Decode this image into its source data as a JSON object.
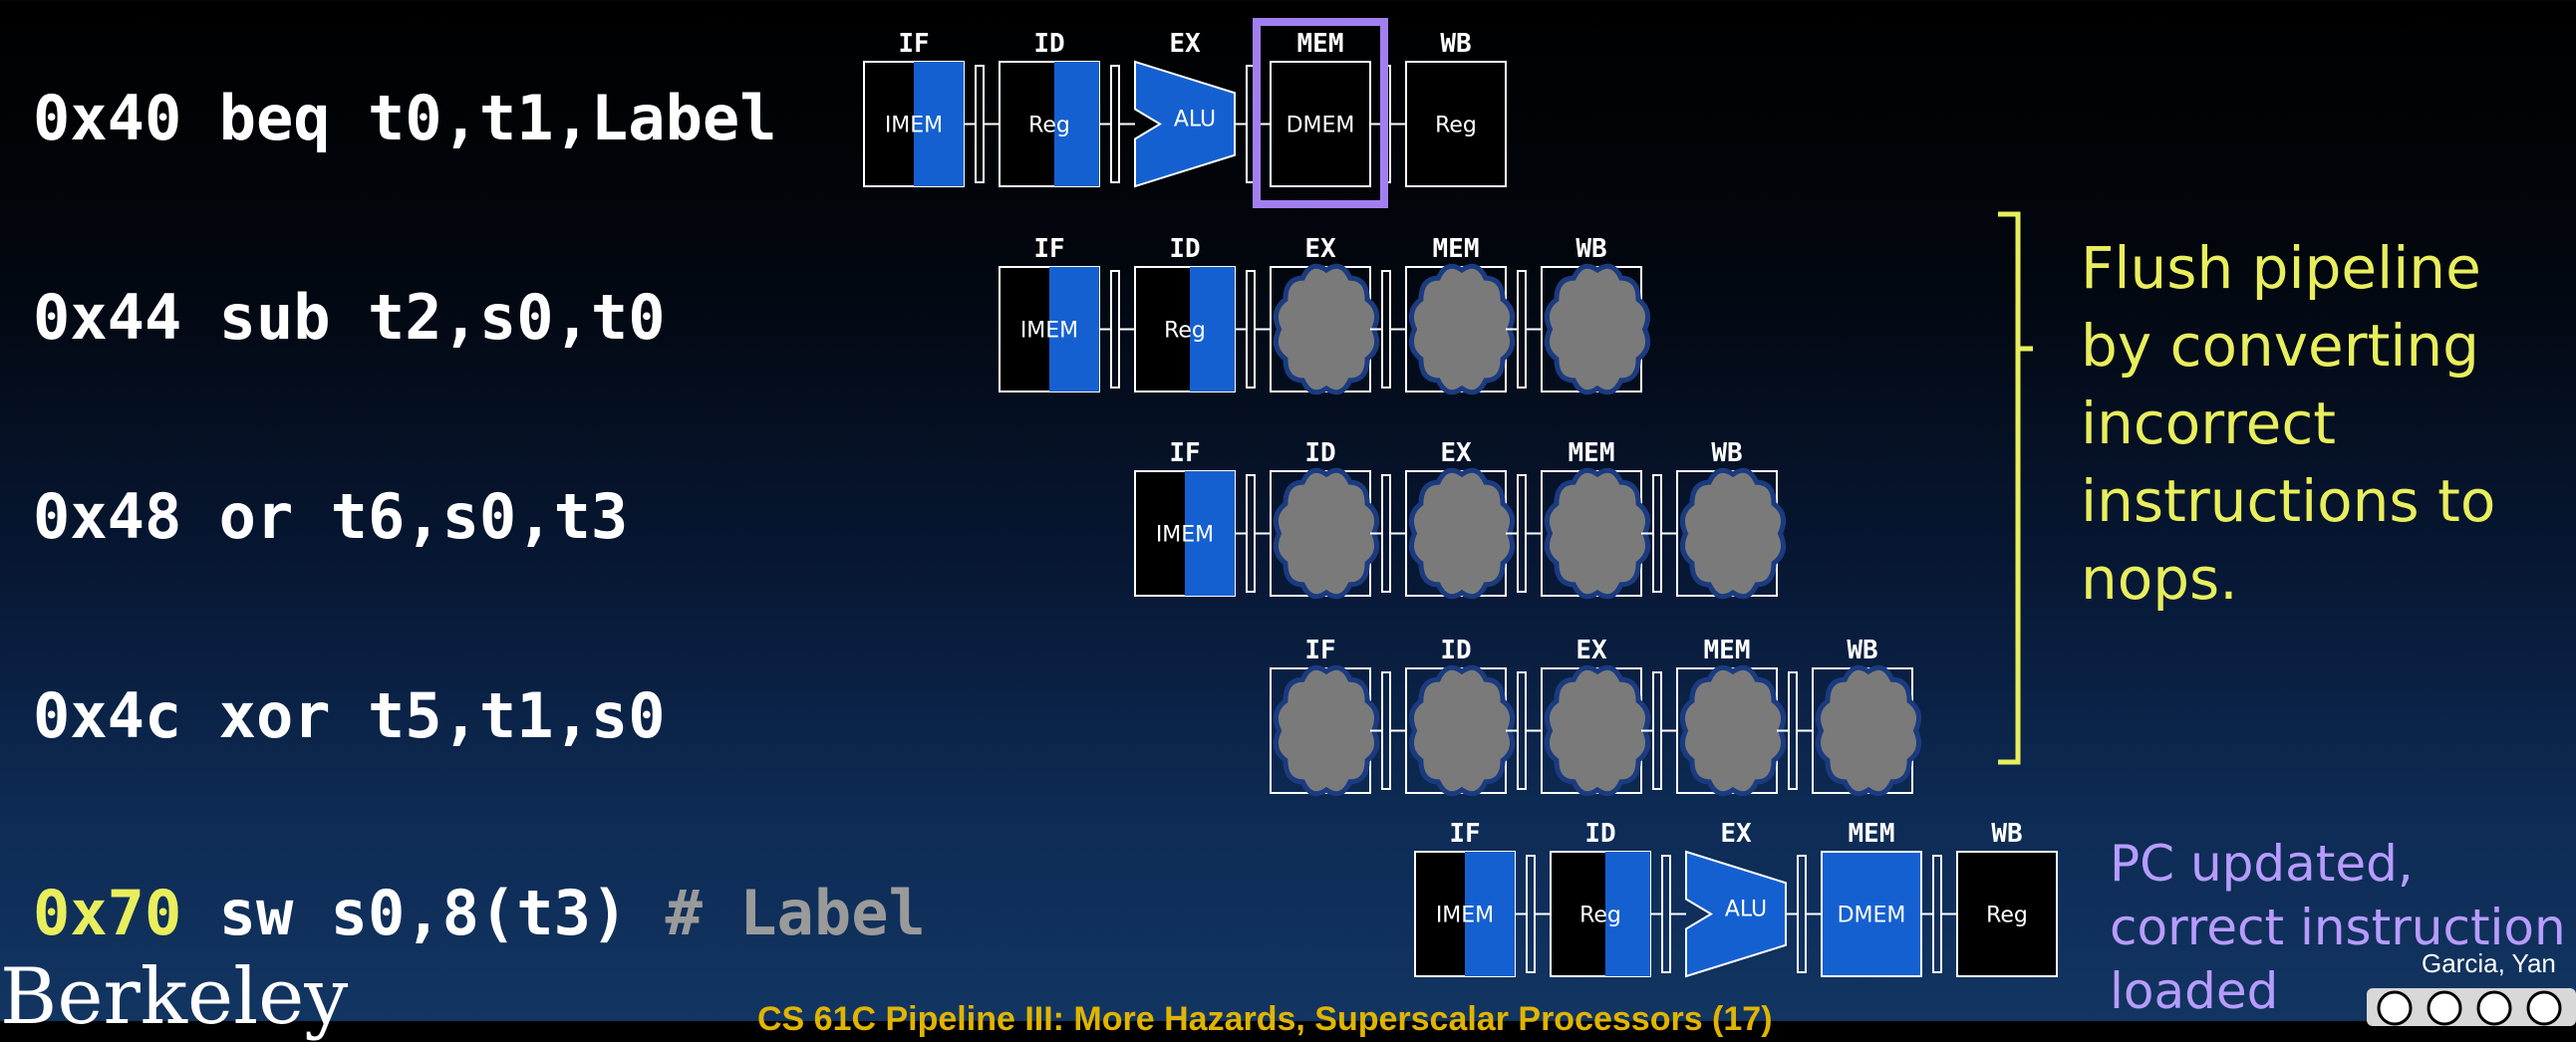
{
  "instructions": [
    {
      "addr": "0x40",
      "text": " beq t0,t1,Label",
      "comment": ""
    },
    {
      "addr": "0x44",
      "text": " sub t2,s0,t0",
      "comment": ""
    },
    {
      "addr": "0x48",
      "text": " or t6,s0,t3",
      "comment": ""
    },
    {
      "addr": "0x4c",
      "text": " xor t5,t1,s0",
      "comment": ""
    },
    {
      "addr": "0x70",
      "text": " sw s0,8(t3) ",
      "comment": "# Label"
    }
  ],
  "stage_labels": {
    "if": "IF",
    "id": "ID",
    "ex": "EX",
    "mem": "MEM",
    "wb": "WB"
  },
  "box_labels": {
    "imem": "IMEM",
    "reg": "Reg",
    "alu": "ALU",
    "dmem": "DMEM"
  },
  "notes": {
    "flush": "Flush pipeline by converting incorrect instructions to nops.",
    "pc_updated": "PC updated, correct instruction loaded"
  },
  "credit": "Garcia, Yan",
  "institution": "Berkeley",
  "footer": "CS 61C Pipeline III: More Hazards, Superscalar Processors (17)",
  "colors": {
    "instr_text": "#ffffff",
    "highlight_addr": "#e8ee5c",
    "comment": "#9a9a9a",
    "flush_note": "#e8ee5c",
    "pc_note": "#b79cff",
    "mem_highlight": "#a27ff0",
    "stage_fill": "#1560d0",
    "bubble": "#7a7a7a"
  }
}
